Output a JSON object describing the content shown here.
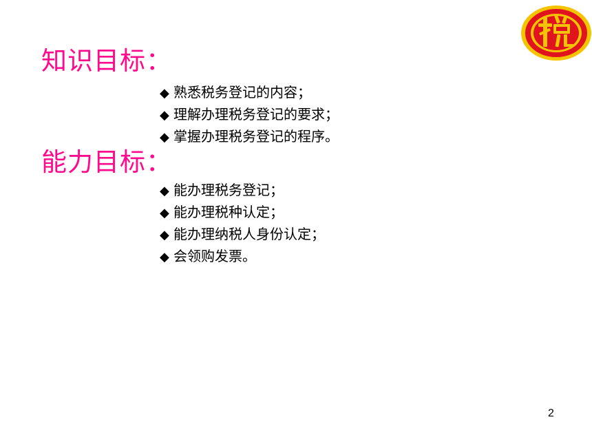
{
  "colors": {
    "heading": "#ff0a8c",
    "text": "#000000",
    "emblem_red": "#e0141e",
    "emblem_gold": "#f5c400"
  },
  "logo": {
    "icon": "tax-emblem-icon",
    "lettering": "税"
  },
  "sections": [
    {
      "heading": "知识目标：",
      "items": [
        "熟悉税务登记的内容；",
        "理解办理税务登记的要求；",
        "掌握办理税务登记的程序。"
      ]
    },
    {
      "heading": "能力目标：",
      "items": [
        "能办理税务登记；",
        "能办理税种认定；",
        "能办理纳税人身份认定；",
        "会领购发票。"
      ]
    }
  ],
  "bullet_glyph": "◆",
  "page_number": "2"
}
